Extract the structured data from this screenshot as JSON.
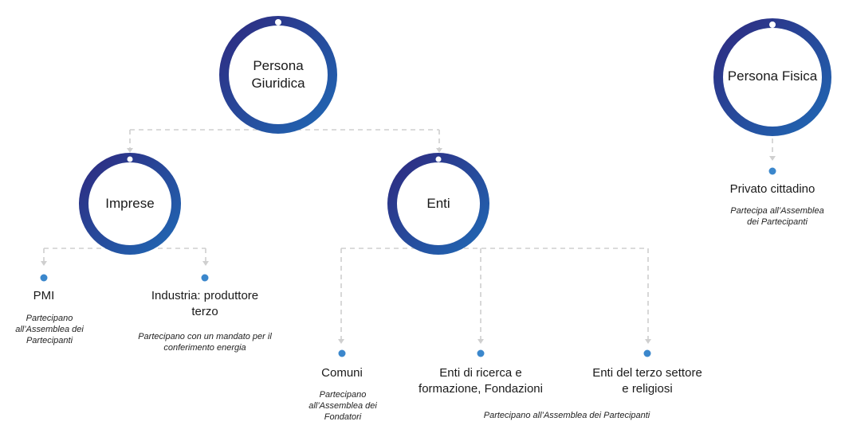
{
  "nodes": {
    "persona_giuridica": {
      "line1": "Persona",
      "line2": "Giuridica"
    },
    "persona_fisica": "Persona Fisica",
    "imprese": "Imprese",
    "enti": "Enti"
  },
  "leaves": {
    "pmi": {
      "label": "PMI",
      "note1": "Partecipano",
      "note2": "all’Assemblea dei",
      "note3": "Partecipanti"
    },
    "industria": {
      "label1": "Industria: produttore",
      "label2": "terzo",
      "note1": "Partecipano con un mandato per il",
      "note2": "conferimento energia"
    },
    "comuni": {
      "label": "Comuni",
      "note1": "Partecipano",
      "note2": "all’Assemblea dei",
      "note3": "Fondatori"
    },
    "ricerca": {
      "label1": "Enti di ricerca e",
      "label2": "formazione, Fondazioni"
    },
    "terzo_settore": {
      "label1": "Enti del terzo settore",
      "label2": "e religiosi"
    },
    "enti_note": "Partecipano all’Assemblea dei Partecipanti",
    "privato": {
      "label": "Privato cittadino",
      "note1": "Partecipa all’Assemblea",
      "note2": "dei Partecipanti"
    }
  },
  "colors": {
    "ring_start": "#2e2a80",
    "ring_end": "#2068b4",
    "dot": "#3b87cc",
    "connector": "#c8c8c8"
  }
}
